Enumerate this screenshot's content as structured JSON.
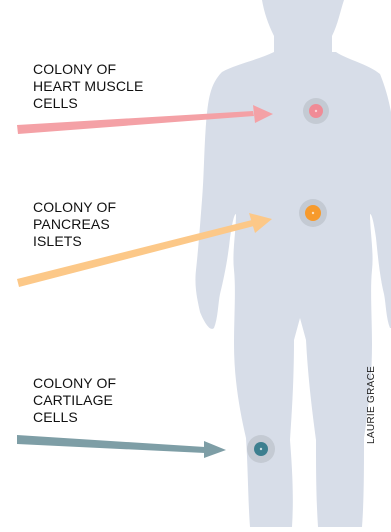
{
  "labels": [
    {
      "id": "heart",
      "lines": [
        "COLONY OF",
        "HEART MUSCLE",
        "CELLS"
      ]
    },
    {
      "id": "pancreas",
      "lines": [
        "COLONY OF",
        "PANCREAS",
        "ISLETS"
      ]
    },
    {
      "id": "cartilage",
      "lines": [
        "COLONY OF",
        "CARTILAGE",
        "CELLS"
      ]
    }
  ],
  "credit": "LAURIE GRACE",
  "colors": {
    "body": "#d7dde8",
    "heart": "#f08b96",
    "pancreas": "#f79a2c",
    "pancreas_arrow": "#fcc888",
    "cartilage": "#3d7f8f",
    "cartilage_arrow": "#7e9ea6",
    "spot_halo": "#c4cad3"
  }
}
